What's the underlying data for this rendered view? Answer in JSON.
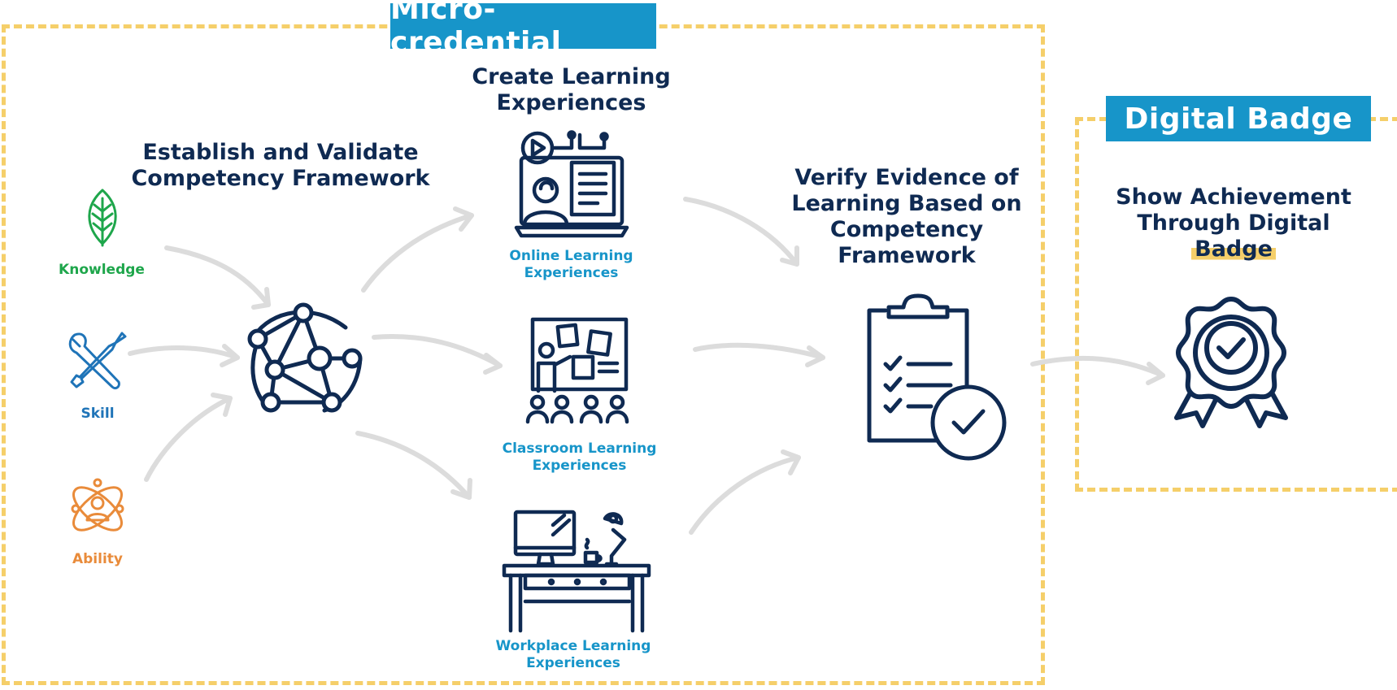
{
  "micro": {
    "tag": "Micro-credential",
    "framework_heading": "Establish and Validate Competency Framework",
    "create_heading": "Create Learning Experiences",
    "verify_heading": "Verify Evidence of Learning Based on Competency Framework",
    "inputs": [
      {
        "label": "Knowledge",
        "color": "#1ea64b",
        "icon": "leaf-icon"
      },
      {
        "label": "Skill",
        "color": "#1f74b8",
        "icon": "wrench-screwdriver-icon"
      },
      {
        "label": "Ability",
        "color": "#e98b3a",
        "icon": "atom-person-icon"
      }
    ],
    "experiences": [
      {
        "label": "Online Learning Experiences",
        "icon": "laptop-video-icon"
      },
      {
        "label": "Classroom Learning Experiences",
        "icon": "classroom-board-icon"
      },
      {
        "label": "Workplace Learning Experiences",
        "icon": "desk-workstation-icon"
      }
    ]
  },
  "badge": {
    "tag": "Digital Badge",
    "heading_line1": "Show Achievement",
    "heading_line2": "Through Digital",
    "heading_line3": "Badge"
  },
  "colors": {
    "dash": "#f5cf6a",
    "tag_bg": "#1795c9",
    "navy": "#0f2a52",
    "arrow": "#dcdcdc"
  }
}
